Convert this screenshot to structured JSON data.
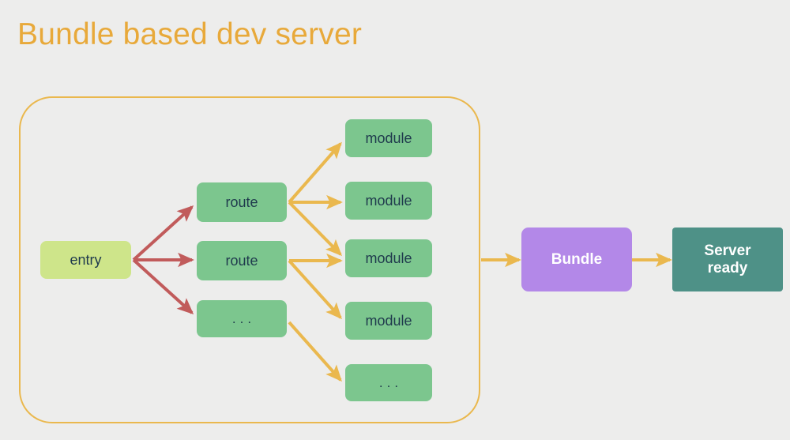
{
  "title": "Bundle based dev server",
  "colors": {
    "background": "#ededec",
    "title": "#e8a93a",
    "container_border": "#eab84e",
    "entry_fill": "#cee58a",
    "green_fill": "#7cc68e",
    "bundle_fill": "#b388e8",
    "server_fill": "#4e9187",
    "red_arrow": "#c15b5b",
    "yellow_arrow": "#eab84e",
    "dark_text": "#1f3a4d",
    "light_text": "#ffffff"
  },
  "nodes": {
    "entry": {
      "label": "entry"
    },
    "route_1": {
      "label": "route"
    },
    "route_2": {
      "label": "route"
    },
    "route_more": {
      "label": "..."
    },
    "module_1": {
      "label": "module"
    },
    "module_2": {
      "label": "module"
    },
    "module_3": {
      "label": "module"
    },
    "module_4": {
      "label": "module"
    },
    "module_more": {
      "label": "..."
    },
    "bundle": {
      "label": "Bundle"
    },
    "server_ready": {
      "label": "Server\nready",
      "line1": "Server",
      "line2": "ready"
    }
  },
  "edges": [
    {
      "from": "entry",
      "to": "route_1",
      "color": "#c15b5b"
    },
    {
      "from": "entry",
      "to": "route_2",
      "color": "#c15b5b"
    },
    {
      "from": "entry",
      "to": "route_more",
      "color": "#c15b5b"
    },
    {
      "from": "route_1",
      "to": "module_1",
      "color": "#eab84e"
    },
    {
      "from": "route_1",
      "to": "module_2",
      "color": "#eab84e"
    },
    {
      "from": "route_1",
      "to": "module_3",
      "color": "#eab84e"
    },
    {
      "from": "route_2",
      "to": "module_3",
      "color": "#eab84e"
    },
    {
      "from": "route_2",
      "to": "module_4",
      "color": "#eab84e"
    },
    {
      "from": "route_more",
      "to": "module_more",
      "color": "#eab84e"
    },
    {
      "from": "bundle_group",
      "to": "bundle",
      "color": "#eab84e"
    },
    {
      "from": "bundle",
      "to": "server_ready",
      "color": "#eab84e"
    }
  ]
}
